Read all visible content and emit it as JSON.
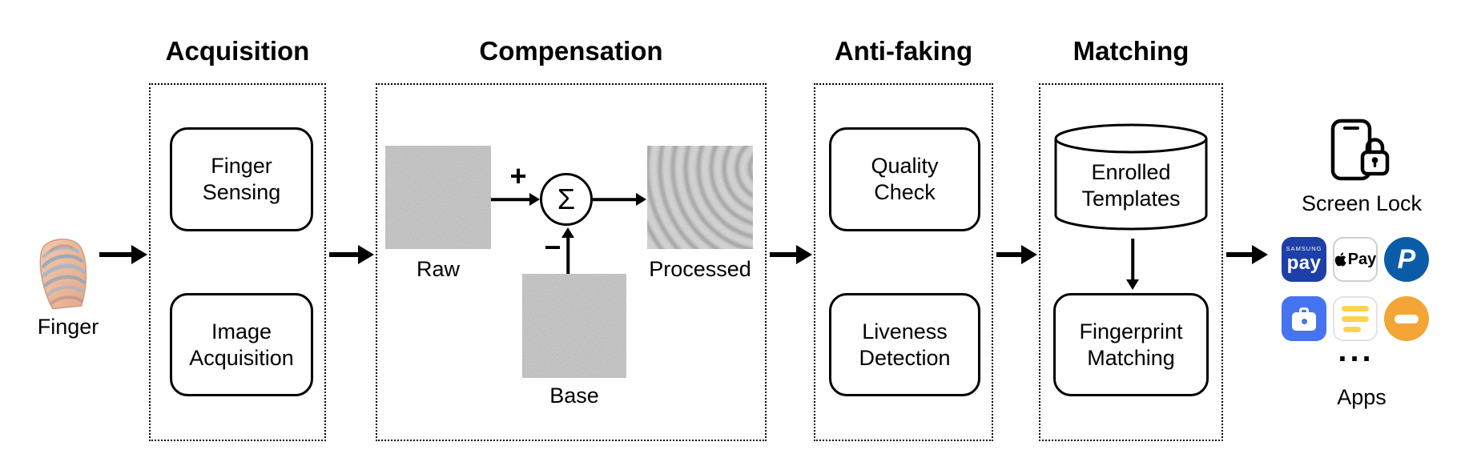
{
  "titles": {
    "acquisition": "Acquisition",
    "compensation": "Compensation",
    "antifaking": "Anti-faking",
    "matching": "Matching"
  },
  "input": {
    "label": "Finger"
  },
  "acquisition": {
    "box1": "Finger\nSensing",
    "box2": "Image\nAcquisition"
  },
  "compensation": {
    "raw_label": "Raw",
    "base_label": "Base",
    "processed_label": "Processed",
    "plus": "+",
    "minus": "−",
    "sigma": "Σ"
  },
  "antifaking": {
    "box1": "Quality\nCheck",
    "box2": "Liveness\nDetection"
  },
  "matching": {
    "database": "Enrolled\nTemplates",
    "box": "Fingerprint\nMatching"
  },
  "output": {
    "screen_lock": "Screen Lock",
    "ellipsis": "...",
    "apps": "Apps",
    "icons": {
      "samsung_pay": {
        "brand": "SAMSUNG",
        "label": "pay",
        "bg": "#1e3fa8",
        "fg": "#ffffff"
      },
      "apple_pay": {
        "label": "Pay",
        "bg": "#ffffff",
        "fg": "#000000"
      },
      "paypal": {
        "label": "P",
        "bg": "#0a5ca8",
        "fg": "#ffffff"
      },
      "secure_folder": {
        "bg": "#4673f0"
      },
      "notes": {
        "bg": "#ffffff",
        "accent": "#ffd34d"
      },
      "tray": {
        "bg": "#f3a536"
      }
    }
  }
}
